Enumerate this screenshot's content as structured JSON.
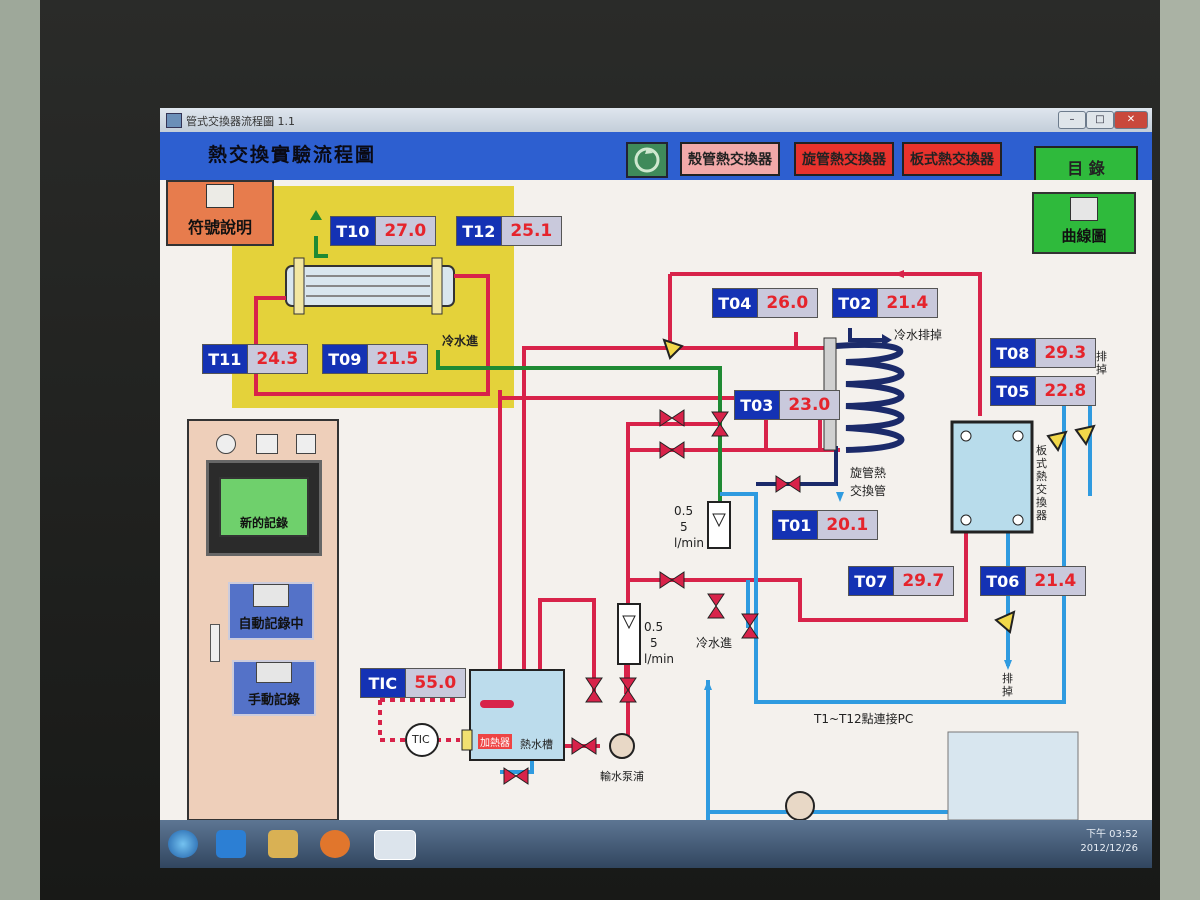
{
  "window": {
    "title": "管式交換器流程圖 1.1",
    "app_title": "熱交換實驗流程圖"
  },
  "header": {
    "tabs": [
      {
        "label": "殼管熱交換器",
        "color": "#f2a9a9"
      },
      {
        "label": "旋管熱交換器",
        "color": "#e8322d"
      },
      {
        "label": "板式熱交換器",
        "color": "#e8322d"
      }
    ],
    "catalog_label": "目 錄",
    "curve_label": "曲線圖",
    "symbol_label": "符號說明"
  },
  "sensors": [
    {
      "label": "T10",
      "value": "27.0"
    },
    {
      "label": "T12",
      "value": "25.1"
    },
    {
      "label": "T11",
      "value": "24.3"
    },
    {
      "label": "T09",
      "value": "21.5"
    },
    {
      "label": "T04",
      "value": "26.0"
    },
    {
      "label": "T02",
      "value": "21.4"
    },
    {
      "label": "T08",
      "value": "29.3"
    },
    {
      "label": "T05",
      "value": "22.8"
    },
    {
      "label": "T03",
      "value": "23.0"
    },
    {
      "label": "T01",
      "value": "20.1"
    },
    {
      "label": "T07",
      "value": "29.7"
    },
    {
      "label": "T06",
      "value": "21.4"
    },
    {
      "label": "TIC",
      "value": "55.0"
    }
  ],
  "labels": {
    "cold_in_top": "冷水進",
    "cold_out": "冷水排掉",
    "coil_hx": "旋管熱\n交換管",
    "plate_hx": "板式熱交換器",
    "drain_right": "排掉",
    "drain_bottom": "排掉",
    "flow_1_a": "0.5",
    "flow_1_b": "5",
    "flow_1_c": "l/min",
    "flow_2_a": "0.5",
    "flow_2_b": "5",
    "flow_2_c": "l/min",
    "cold_in_bottom": "冷水進",
    "pc_note": "T1~T12點連接PC",
    "heater": "加熱器",
    "hot_tank": "熱水槽",
    "pump": "輸水泵浦",
    "tic_circle": "TIC",
    "new_record": "新的記錄",
    "auto_record": "自動記錄中",
    "manual_record": "手動記錄"
  },
  "taskbar": {
    "time": "下午 03:52",
    "date": "2012/12/26"
  },
  "colors": {
    "hot_pipe": "#d8234a",
    "cold_pipe": "#2f9be0",
    "green_pipe": "#1f8a33",
    "dark_pipe": "#1b2a6a",
    "sensor_label_bg": "#1432b4",
    "sensor_value": "#e5242c"
  }
}
